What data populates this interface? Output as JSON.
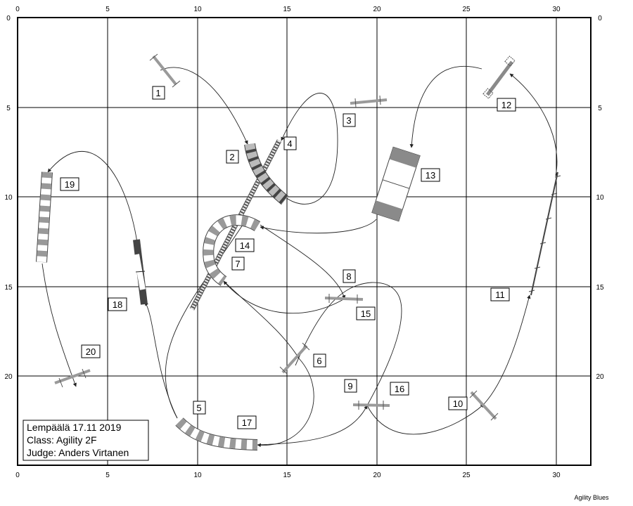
{
  "axis": {
    "top": [
      "0",
      "5",
      "10",
      "15",
      "20",
      "25",
      "30"
    ],
    "bottom": [
      "0",
      "5",
      "10",
      "15",
      "20",
      "25",
      "30"
    ],
    "left": [
      "0",
      "5",
      "10",
      "15",
      "20"
    ],
    "right": [
      "0",
      "5",
      "10",
      "15",
      "20"
    ]
  },
  "info": {
    "line1": "Lempäälä 17.11 2019",
    "line2": "Class: Agility 2F",
    "line3": "Judge: Anders Virtanen"
  },
  "watermark": "Agility Blues",
  "labels": [
    "1",
    "2",
    "3",
    "4",
    "5",
    "6",
    "7",
    "8",
    "9",
    "10",
    "11",
    "12",
    "13",
    "14",
    "15",
    "16",
    "17",
    "18",
    "19",
    "20"
  ],
  "colors": {
    "grid": "#000000",
    "obstacle_dark": "#7a7a7a",
    "obstacle_light": "#bdbdbd",
    "path": "#222222"
  }
}
